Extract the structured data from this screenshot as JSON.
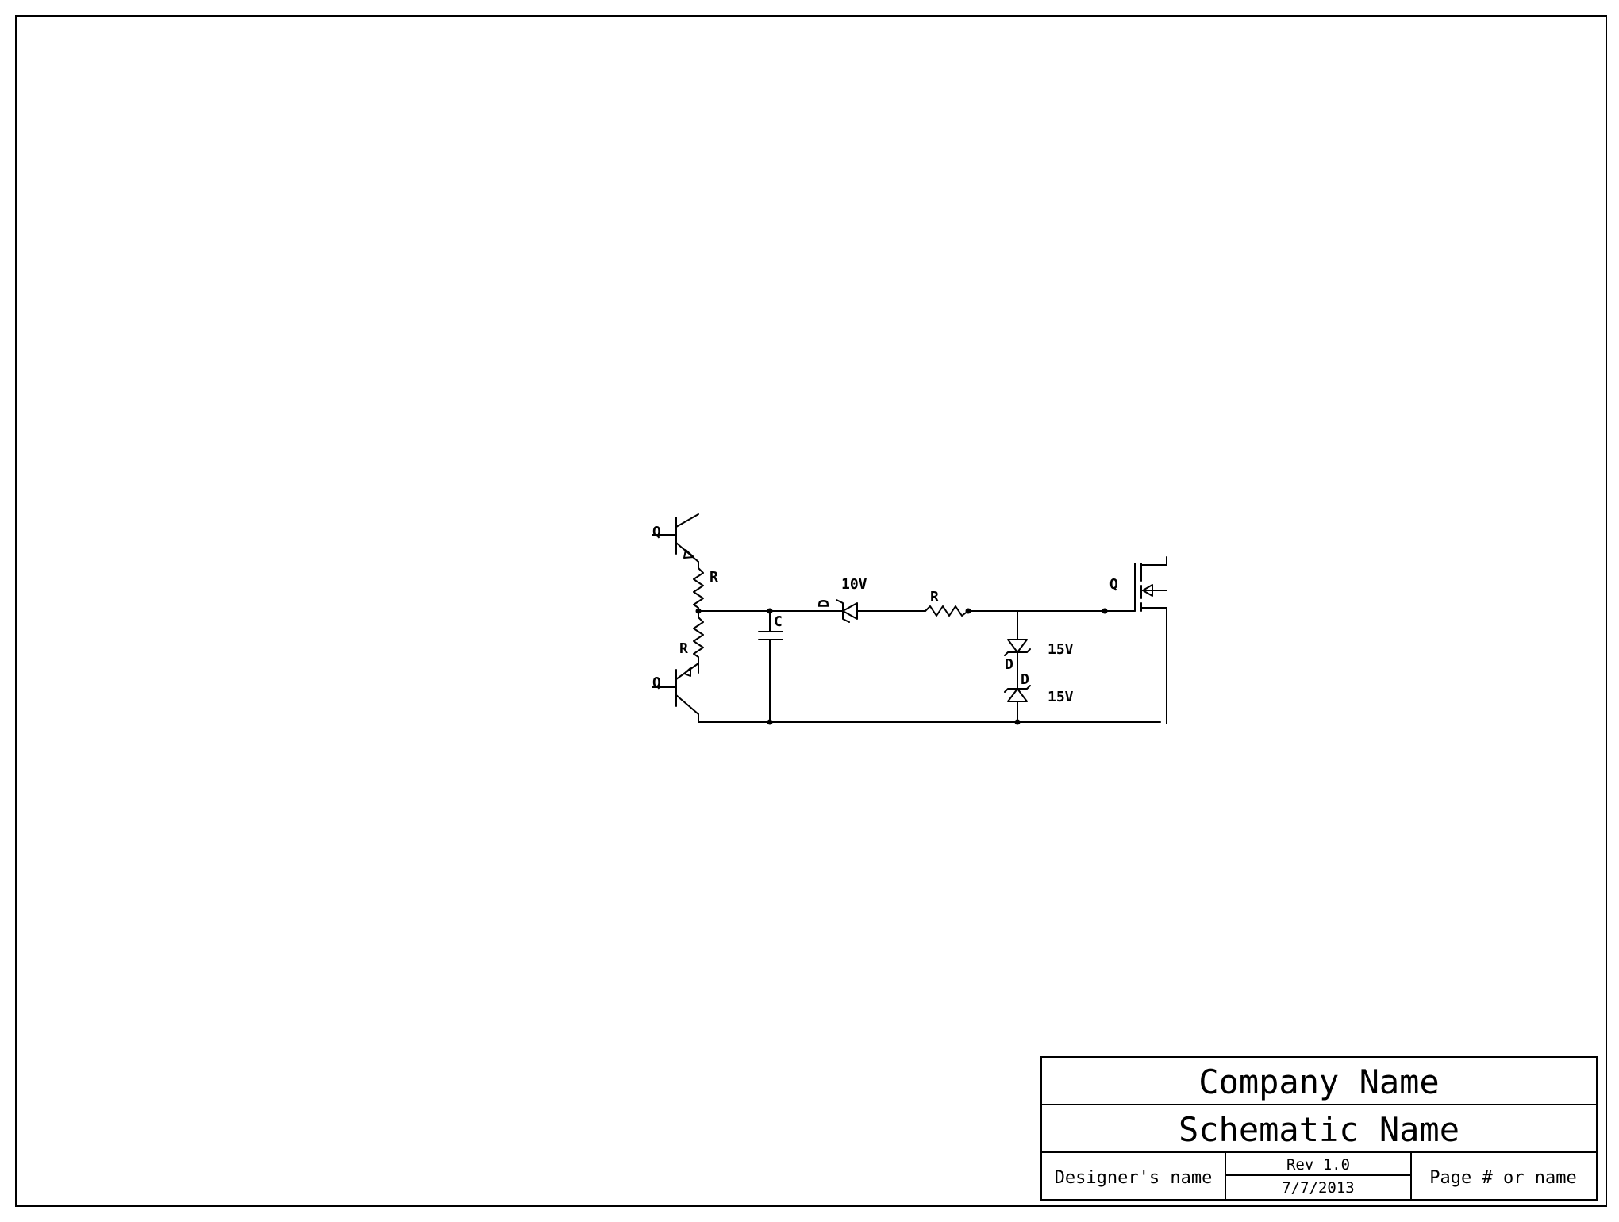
{
  "schematic": {
    "references": {
      "q_top": "Q",
      "q_bottom": "Q",
      "q_mosfet": "Q",
      "r_top": "R",
      "r_bottom": "R",
      "r_series": "R",
      "c1": "C",
      "d_input": "D",
      "d_input_value": "10V",
      "d_clamp_top": "D",
      "d_clamp_top_value": "15V",
      "d_clamp_bottom": "D",
      "d_clamp_bottom_value": "15V"
    }
  },
  "title_block": {
    "company": "Company Name",
    "schematic_name": "Schematic Name",
    "designer": "Designer's name",
    "revision": "Rev 1.0",
    "date": "7/7/2013",
    "page": "Page # or name"
  }
}
